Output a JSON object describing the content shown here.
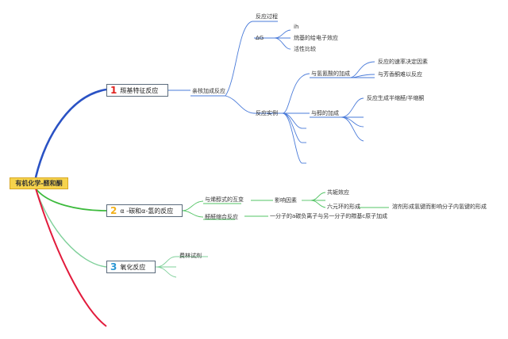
{
  "root": {
    "label": "有机化学-醛和酮"
  },
  "colors": {
    "branch1": "#e0221e",
    "branch2": "#f2b019",
    "branch3": "#2b97d4",
    "edge_blue": "#2a52c4",
    "edge_green": "#3cba3c",
    "edge_light_green": "#7fd09a",
    "edge_red": "#e21b3c",
    "sub_blue": "#4a7bd9",
    "sub_green": "#53c465",
    "root_fill": "#f6d34c"
  },
  "branches": [
    {
      "num": "1",
      "label": "羰基特征反应"
    },
    {
      "num": "2",
      "label": "α -碳和α-氢的反应"
    },
    {
      "num": "3",
      "label": "氧化反应"
    }
  ],
  "nodes": {
    "nucleophilic_addition": "亲核加成反应",
    "reaction_process": "反应过程",
    "delta_g": "ΔG",
    "ih": "ih",
    "electron_donating": "烷基的给电子效应",
    "activity_compare": "活性比较",
    "examples": "反应实例",
    "hcn_addition": "与氢氰酸的加成",
    "rate_factor": "反应的速率决定因素",
    "aryl_ketone": "与芳香酮难以反应",
    "alcohol_addition": "与醇的加成",
    "hemiacetal": "反应生成半缩醛/半缩酮",
    "keto_enol": "与烯醇式的互变",
    "influence": "影响因素",
    "conjugation": "共轭效应",
    "six_ring": "六元环的形成",
    "solvent": "溶剂形成氢键而影响分子内氢键的形成",
    "aldol": "醛醛缩合反应",
    "aldol_desc": "一分子的a碳负离子与另一分子的羰基c原子加成",
    "fehling": "费林试剂"
  }
}
